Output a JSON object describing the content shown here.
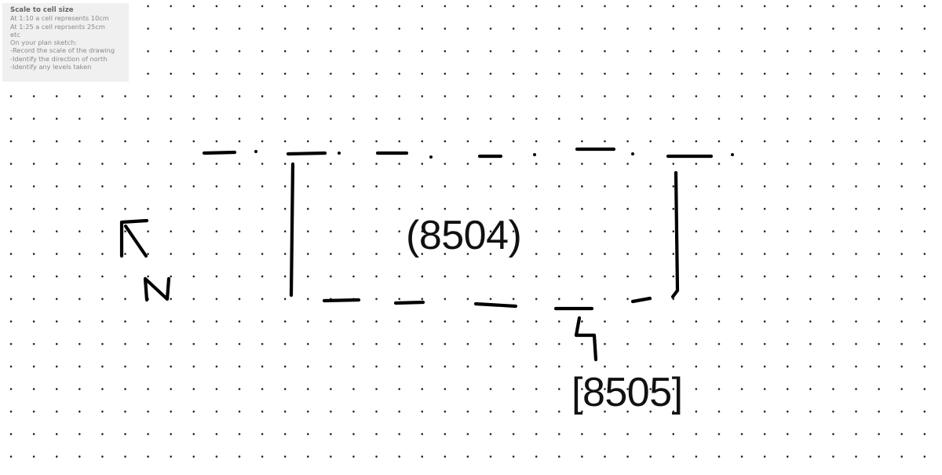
{
  "info_panel": {
    "title": "Scale to cell size",
    "lines": [
      "At 1:10 a cell represents 10cm",
      "At 1:25 a cell reprsents 25cm",
      "etc",
      "On your plan sketch:",
      "-Record the scale of the drawing",
      "-Identify  the  direction of north",
      "-Identify any levels taken"
    ]
  },
  "sketch": {
    "north_letter": "N",
    "room_label": "(8504)",
    "adjacent_label": "[8505]",
    "ink_color": "#000000",
    "dot_color": "#1a1a1a"
  }
}
